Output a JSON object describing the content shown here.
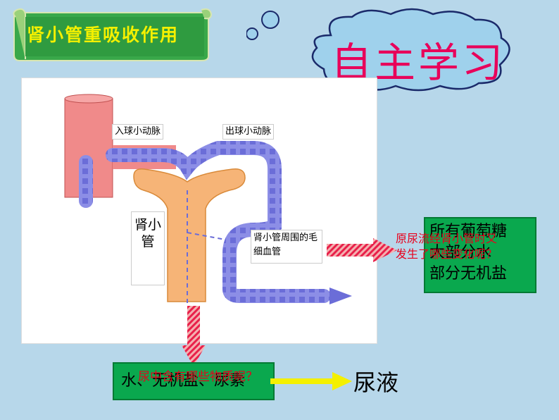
{
  "title": "肾小管重吸收作用",
  "cloud_text": "自主学习",
  "labels": {
    "afferent": "入球小动脉",
    "efferent": "出球小动脉",
    "tubule": "肾小管",
    "capillary": "肾小管周围的毛细血管"
  },
  "reabsorbed": [
    "所有葡萄糖",
    "大部分水",
    "部分无机盐"
  ],
  "question1": [
    "原尿流经肾小管时又",
    "发生了哪些变化呢？"
  ],
  "urine_components": "水、无机盐、尿素",
  "question2": "尿中含有哪些物质呢？",
  "result": "尿液",
  "colors": {
    "background": "#b7d7ea",
    "title_text": "#f4f000",
    "scroll": "#39a84a",
    "cloud": "#9fd1ec",
    "cloud_text": "#e8005a",
    "box_green": "#0aa84e",
    "artery": "#f08a8a",
    "tubule": "#f6b477",
    "capillary": "#8c8ee6",
    "question_text": "#e8001c",
    "arrow_yellow": "#f4f000"
  }
}
